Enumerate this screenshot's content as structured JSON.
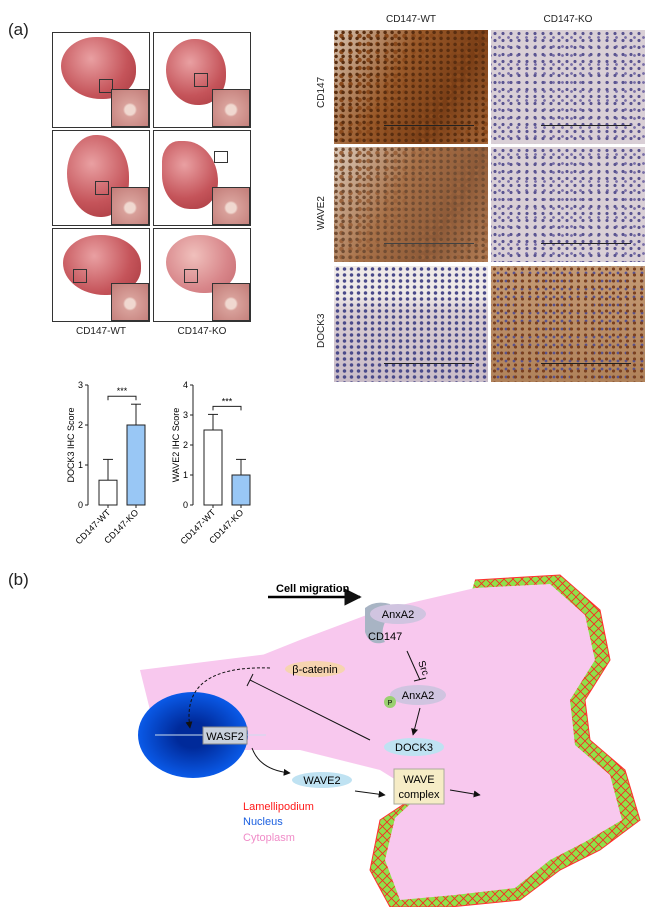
{
  "panel_a": {
    "label": "(a)",
    "liver_labels": [
      "CD147-WT",
      "CD147-KO"
    ],
    "ihc": {
      "columns": [
        "CD147-WT",
        "CD147-KO"
      ],
      "rows": [
        "CD147",
        "WAVE2",
        "DOCK3"
      ]
    },
    "charts": [
      {
        "type": "bar",
        "ylabel": "DOCK3 IHC Score",
        "categories": [
          "CD147-WT",
          "CD147-KO"
        ],
        "values": [
          0.62,
          2.0
        ],
        "errors": [
          0.52,
          0.52
        ],
        "ylim": [
          0,
          3
        ],
        "yticks": [
          "0",
          "1",
          "2",
          "3"
        ],
        "significance": "***",
        "colors": [
          "#ffffff",
          "#99c7f5"
        ]
      },
      {
        "type": "bar",
        "ylabel": "WAVE2 IHC Score",
        "categories": [
          "CD147-WT",
          "CD147-KO"
        ],
        "values": [
          2.5,
          1.0
        ],
        "errors": [
          0.52,
          0.52
        ],
        "ylim": [
          0,
          4
        ],
        "yticks": [
          "0",
          "1",
          "2",
          "3",
          "4"
        ],
        "significance": "***",
        "colors": [
          "#ffffff",
          "#99c7f5"
        ]
      }
    ]
  },
  "panel_b": {
    "label": "(b)",
    "cell_migration": "Cell migration",
    "cd147": "CD147",
    "anxa2": "AnxA2",
    "anxa2_p": "AnxA2",
    "phospho": "P",
    "src": "Src",
    "beta_catenin": "β-catenin",
    "wasf2": "WASF2",
    "dock3": "DOCK3",
    "wave2": "WAVE2",
    "wave_complex": [
      "WAVE",
      "complex"
    ],
    "legend": [
      {
        "text": "Lamellipodium",
        "color": "#ff1a1a"
      },
      {
        "text": "Nucleus",
        "color": "#1a5fe0"
      },
      {
        "text": "Cytoplasm",
        "color": "#f08cc8"
      }
    ]
  }
}
